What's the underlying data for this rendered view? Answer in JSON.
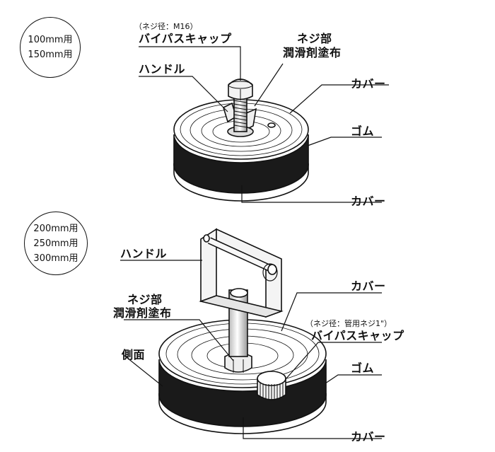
{
  "top_assembly": {
    "size_badge": [
      "100mm用",
      "150mm用"
    ],
    "thread_note": "（ネジ径：M16）",
    "bypass_cap": "バイパスキャップ",
    "handle": "ハンドル",
    "thread_lube_1": "ネジ部",
    "thread_lube_2": "潤滑剤塗布",
    "cover_top": "カバー",
    "rubber": "ゴム",
    "cover_bottom": "カバー"
  },
  "bottom_assembly": {
    "size_badge": [
      "200mm用",
      "250mm用",
      "300mm用"
    ],
    "handle": "ハンドル",
    "cover_top": "カバー",
    "thread_lube_1": "ネジ部",
    "thread_lube_2": "潤滑剤塗布",
    "thread_note": "（ネジ径：管用ネジ1\"）",
    "bypass_cap": "バイパスキャップ",
    "side": "側面",
    "rubber": "ゴム",
    "cover_bottom": "カバー"
  },
  "colors": {
    "line": "#111111",
    "rubber": "#1a1a1a",
    "metal": "#f4f4f4"
  }
}
